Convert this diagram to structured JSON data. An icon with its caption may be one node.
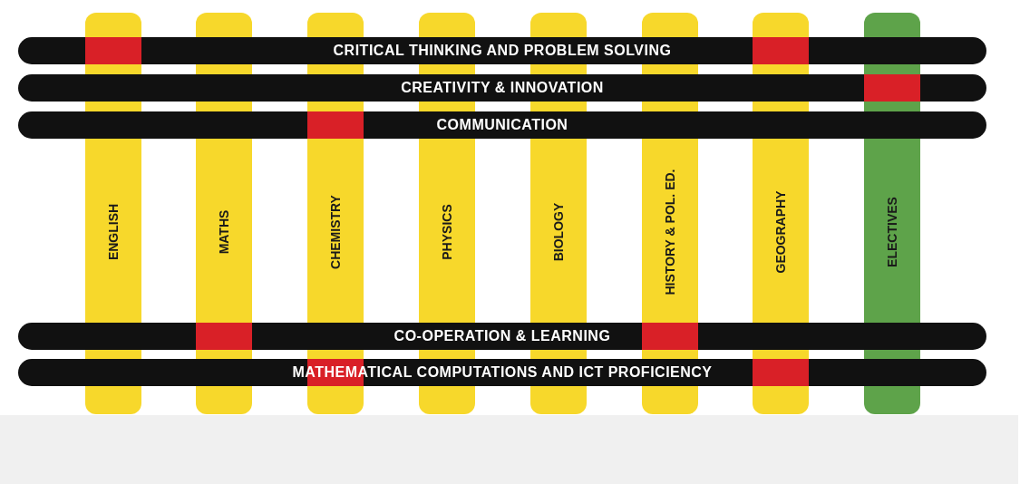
{
  "diagram": {
    "nodes": [
      {
        "text": [
          "CRITICAL THINKING AND PROBLEM SOLVING"
        ]
      },
      {
        "text": [
          "CREATIVITY & INNOVATION"
        ]
      },
      {
        "text": [
          "COMMUNICATION"
        ]
      },
      {
        "text": [
          "ENGLISH"
        ]
      },
      {
        "text": [
          "MATHS"
        ]
      },
      {
        "text": [
          "CHEMISTRY"
        ]
      },
      {
        "text": [
          "PHYSICS"
        ]
      },
      {
        "text": [
          "BIOLOGY"
        ]
      },
      {
        "text": [
          "HISTORY & POL. ED."
        ]
      },
      {
        "text": [
          "GEOGRAPHY"
        ]
      },
      {
        "text": [
          "ELECTIVES"
        ]
      },
      {
        "text": [
          "CO-OPERATION & LEARNING"
        ]
      },
      {
        "text": [
          "MATHEMATICAL COMPUTATIONS AND ICT PROFICIENCY"
        ]
      }
    ]
  }
}
